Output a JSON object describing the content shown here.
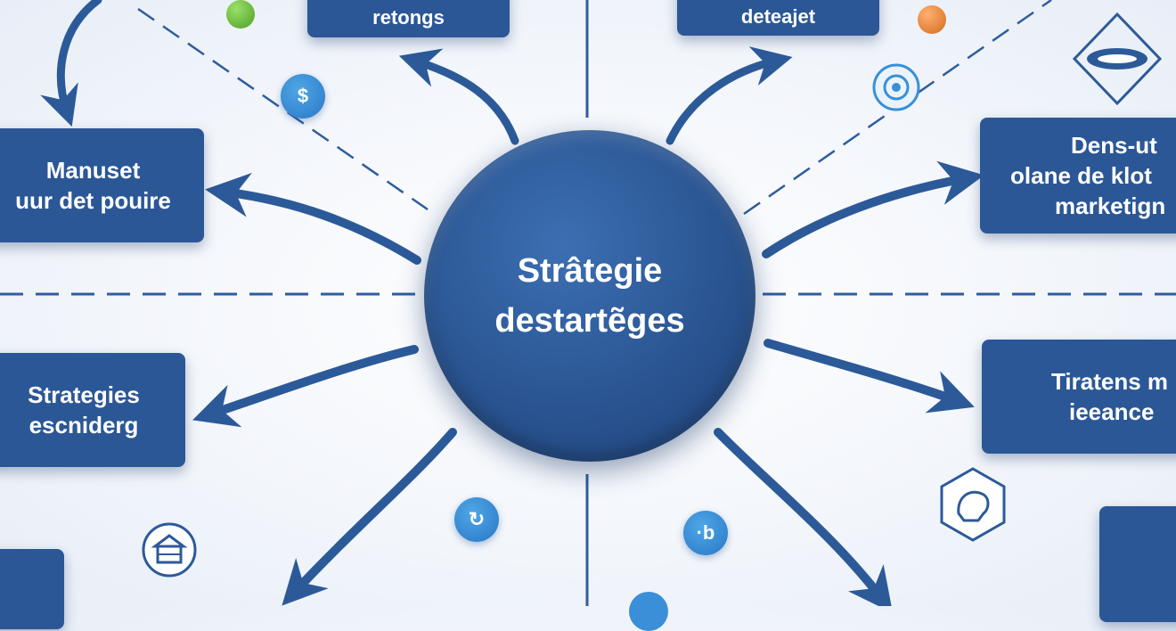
{
  "hub": {
    "lines": [
      "Strâtegie",
      "destartẽges"
    ]
  },
  "boxes": {
    "top_left": "retongs",
    "top_right": "deteajet",
    "left_upper": [
      "Manuset",
      "uur det pouire"
    ],
    "left_lower": [
      "Strategies",
      "escniderg"
    ],
    "right_upper": [
      "Dens-ut",
      "olane de klot",
      "marketign"
    ],
    "right_lower": [
      "Tiratens m",
      "ieeance"
    ]
  },
  "badges": {
    "dollar": "$",
    "refresh": "↻",
    "b": "·b"
  },
  "colors": {
    "box": "#2b5796",
    "hub": "#2a5592",
    "arrow": "#2c5a99",
    "green_dot": "#6cbf3a",
    "orange_dot": "#e8863a",
    "badge": "#3a8fd8"
  },
  "icons": [
    "dollar-icon",
    "gear-icon",
    "shop-icon",
    "refresh-icon",
    "b-icon",
    "hexagon-icon",
    "diamond-icon"
  ]
}
